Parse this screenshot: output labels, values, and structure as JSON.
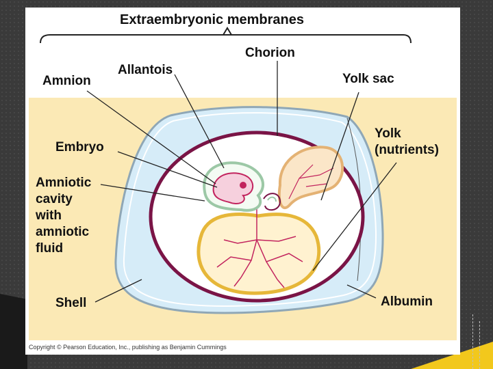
{
  "diagram": {
    "title": "Extraembryonic membranes",
    "labels": {
      "chorion": "Chorion",
      "allantois": "Allantois",
      "amnion": "Amnion",
      "yolk_sac": "Yolk sac",
      "embryo": "Embryo",
      "yolk_line1": "Yolk",
      "yolk_line2": "(nutrients)",
      "amniotic_line1": "Amniotic",
      "amniotic_line2": "cavity",
      "amniotic_line3": "with",
      "amniotic_line4": "amniotic",
      "amniotic_line5": "fluid",
      "shell": "Shell",
      "albumin": "Albumin"
    },
    "copyright": "Copyright © Pearson Education, Inc., publishing as Benjamin Cummings"
  },
  "colors": {
    "background": "#3a3a3a",
    "panel": "#ffffff",
    "beige": "#fbe9b5",
    "shell_blue": "#d6ecf8",
    "chorion": "#7a1446",
    "allantois": "#e4b274",
    "yolk_sac": "#e6b739",
    "yolk_fill": "#fff2d0",
    "amnion": "#9cc8a6",
    "vessels": "#c2245e",
    "accent_yellow": "#f2c81c"
  }
}
